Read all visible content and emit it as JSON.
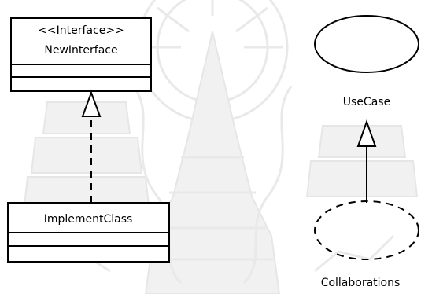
{
  "interface_class": {
    "stereotype": "<<Interface>>",
    "name": "NewInterface"
  },
  "implement_class": {
    "name": "ImplementClass"
  },
  "use_case": {
    "label": "UseCase"
  },
  "collaboration": {
    "label": "Collaborations"
  }
}
